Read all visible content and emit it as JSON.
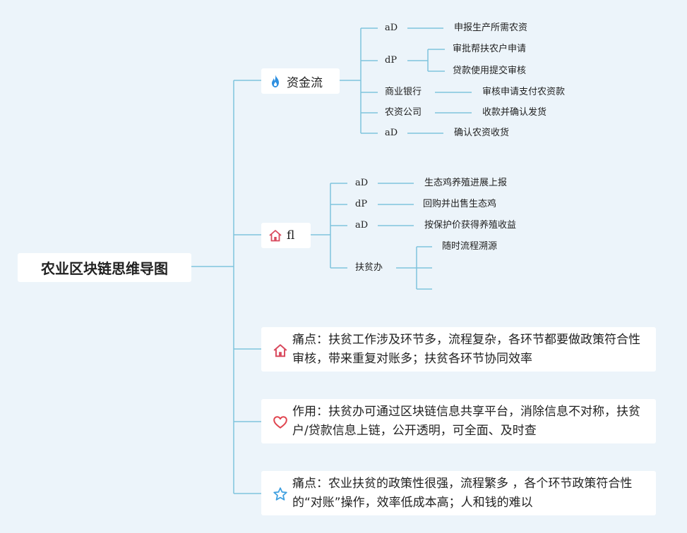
{
  "root": {
    "title": "农业区块链思维导图"
  },
  "branches": [
    {
      "label": "资金流",
      "icon": "fire-icon",
      "children": [
        {
          "label": "aD",
          "leaves": [
            "申报生产所需农资"
          ]
        },
        {
          "label": "dP",
          "leaves": [
            "审批帮扶农户申请",
            "贷款使用提交审核"
          ]
        },
        {
          "label": "商业银行",
          "leaves": [
            "审核申请支付农资款"
          ]
        },
        {
          "label": "农资公司",
          "leaves": [
            "收款并确认发货"
          ]
        },
        {
          "label": "aD",
          "leaves": [
            "确认农资收货"
          ]
        }
      ]
    },
    {
      "label": "fl",
      "icon": "house-icon",
      "children": [
        {
          "label": "aD",
          "leaves": [
            "生态鸡养殖进展上报"
          ]
        },
        {
          "label": "dP",
          "leaves": [
            "回购并出售生态鸡"
          ]
        },
        {
          "label": "aD",
          "leaves": [
            "按保护价获得养殖收益"
          ]
        },
        {
          "label": "扶贫办",
          "leaves": [
            "随时流程溯源",
            "",
            ""
          ]
        }
      ]
    }
  ],
  "notes": [
    {
      "icon": "house-icon",
      "text": "痛点：扶贫工作涉及环节多，流程复杂，各环节都要做政策符合性审核，带来重复对账多；扶贫各环节协同效率"
    },
    {
      "icon": "heart-icon",
      "text": "作用：扶贫办可通过区块链信息共享平台，消除信息不对称，扶贫户/贷款信息上链，公开透明，可全面、及时查"
    },
    {
      "icon": "star-icon",
      "text": "痛点：农业扶贫的政策性很强，流程繁多 ，各个环节政策符合性的“对账”操作，效率低成本高；人和钱的难以"
    }
  ],
  "colors": {
    "line": "#7fc3dc",
    "background": "#ecf4fa",
    "fire": "#2d8fe0",
    "house": "#d94a5e",
    "heart": "#e0454f",
    "star": "#3d9fe0"
  }
}
